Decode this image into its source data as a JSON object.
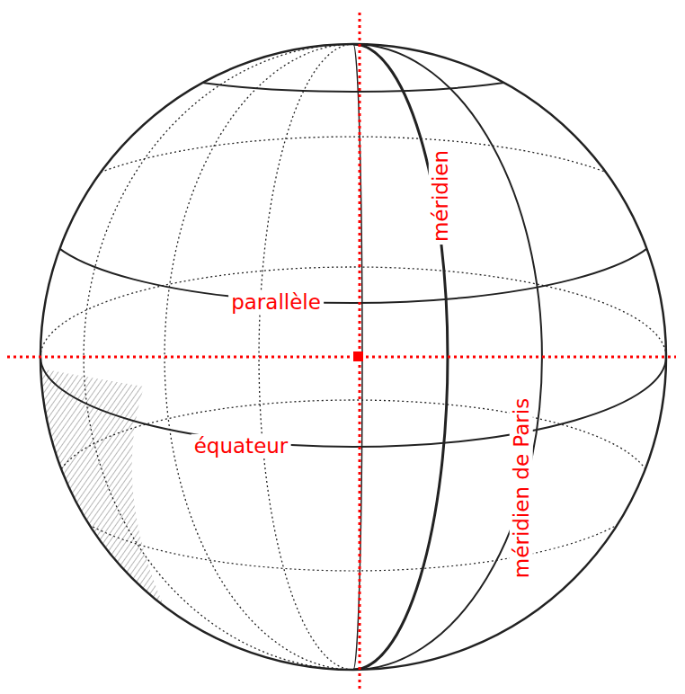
{
  "diagram": {
    "labels": [
      "méridien",
      "parallèle",
      "équateur",
      "méridien de Paris"
    ]
  }
}
